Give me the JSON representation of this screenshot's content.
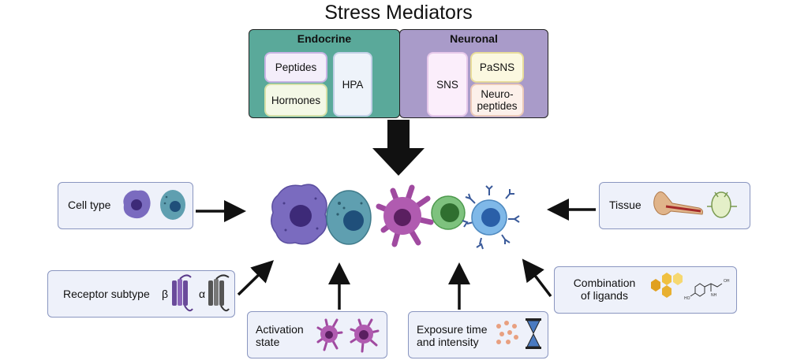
{
  "title": "Stress Mediators",
  "endocrine": {
    "title": "Endocrine",
    "items": [
      "Peptides",
      "Hormones",
      "HPA"
    ]
  },
  "neuronal": {
    "title": "Neuronal",
    "items": [
      "SNS",
      "PaSNS",
      "Neuro-\npeptides"
    ]
  },
  "factors": {
    "cell_type": "Cell type",
    "tissue": "Tissue",
    "receptor_subtype": "Receptor subtype",
    "receptor_beta": "β",
    "receptor_alpha": "α",
    "combination": "Combination\nof ligands",
    "activation": "Activation\nstate",
    "exposure": "Exposure time\nand intensity"
  },
  "colors": {
    "endocrine": "#5aa99a",
    "neuronal": "#a99bc9",
    "card": "#eef1fa",
    "arrow": "#111111"
  }
}
